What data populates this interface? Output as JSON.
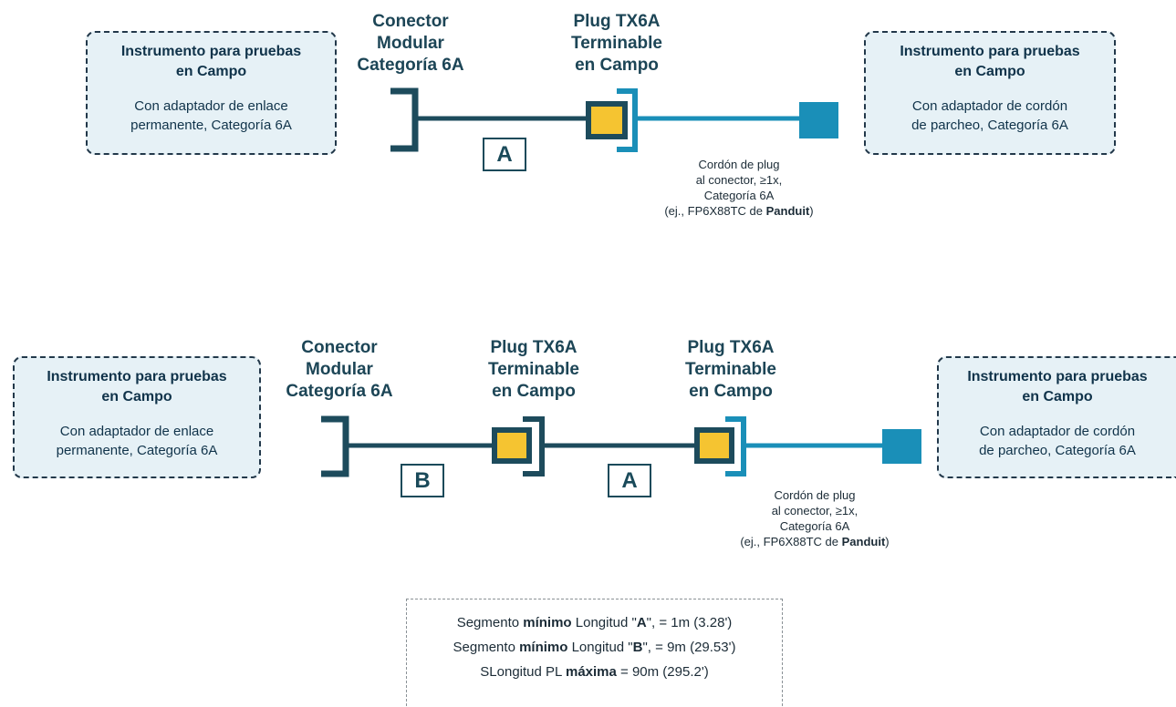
{
  "diagram1": {
    "left_box": {
      "title": "Instrumento para pruebas\nen Campo",
      "subtitle": "Con adaptador de enlace\npermanente, Categoría 6A"
    },
    "right_box": {
      "title": "Instrumento para pruebas\nen Campo",
      "subtitle": "Con adaptador de cordón\nde parcheo, Categoría 6A"
    },
    "connector_label": "Conector\nModular\nCategoría 6A",
    "plug_label": "Plug TX6A\nTerminable\nen Campo",
    "segment_a": "A",
    "cord_note": {
      "line1": "Cordón de plug",
      "line2": "al conector, ≥1x,",
      "line3": "Categoría 6A",
      "line4_prefix": "(ej., FP6X88TC de ",
      "line4_bold": "Panduit",
      "line4_suffix": ")"
    }
  },
  "diagram2": {
    "left_box": {
      "title": "Instrumento para pruebas\nen Campo",
      "subtitle": "Con adaptador de enlace\npermanente, Categoría 6A"
    },
    "right_box": {
      "title": "Instrumento para pruebas\nen Campo",
      "subtitle": "Con adaptador de cordón\nde parcheo, Categoría 6A"
    },
    "connector_label": "Conector\nModular\nCategoría 6A",
    "plug1_label": "Plug TX6A\nTerminable\nen Campo",
    "plug2_label": "Plug TX6A\nTerminable\nen Campo",
    "segment_b": "B",
    "segment_a": "A",
    "cord_note": {
      "line1": "Cordón de plug",
      "line2": "al conector, ≥1x,",
      "line3": "Categoría 6A",
      "line4_prefix": "(ej., FP6X88TC de ",
      "line4_bold": "Panduit",
      "line4_suffix": ")"
    }
  },
  "notes": {
    "line1": {
      "pre": "Segmento ",
      "bold1": "mínimo",
      "mid": " Longitud \"",
      "bold2": "A",
      "post": "\", = 1m (3.28')"
    },
    "line2": {
      "pre": "Segmento ",
      "bold1": "mínimo",
      "mid": " Longitud \"",
      "bold2": "B",
      "post": "\", = 9m (29.53')"
    },
    "line3": {
      "pre": "SLongitud PL ",
      "bold1": "máxima",
      "post": " = 90m (295.2')"
    }
  },
  "colors": {
    "dark_cable": "#1d4b5c",
    "light_cable": "#1a8fb8",
    "plug_fill": "#f5c431",
    "box_fill": "#e6f1f6"
  }
}
